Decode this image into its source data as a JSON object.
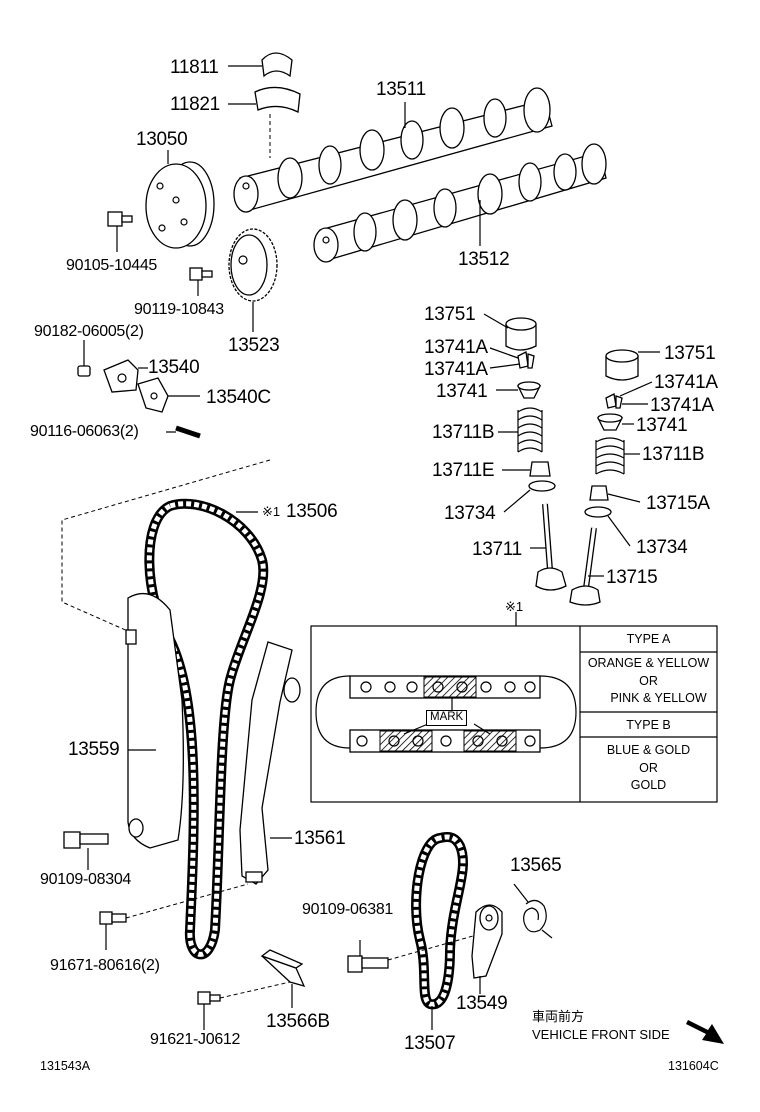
{
  "parts": {
    "p11811": "11811",
    "p11821": "11821",
    "p13511": "13511",
    "p13050": "13050",
    "p13512": "13512",
    "p90105_10445": "90105-10445",
    "p90119_10843": "90119-10843",
    "p13523": "13523",
    "p90182_06005": "90182-06005(2)",
    "p13540": "13540",
    "p13540C": "13540C",
    "p90116_06063": "90116-06063(2)",
    "p13751_l": "13751",
    "p13741A_l1": "13741A",
    "p13741A_l2": "13741A",
    "p13741_l": "13741",
    "p13711B_l": "13711B",
    "p13711E": "13711E",
    "p13734_l": "13734",
    "p13711": "13711",
    "p13751_r": "13751",
    "p13741A_r1": "13741A",
    "p13741A_r2": "13741A",
    "p13741_r": "13741",
    "p13711B_r": "13711B",
    "p13715A": "13715A",
    "p13734_r": "13734",
    "p13715": "13715",
    "p13506": "13506",
    "p13506_mark": "※1",
    "p13559": "13559",
    "p90109_08304": "90109-08304",
    "p13561": "13561",
    "p91671_80616": "91671-80616(2)",
    "p13565": "13565",
    "p90109_06381": "90109-06381",
    "p13549": "13549",
    "p91621_J0612": "91621-J0612",
    "p13566B": "13566B",
    "p13507": "13507"
  },
  "inset": {
    "ref_mark": "※1",
    "mark_label": "MARK",
    "type_a": "TYPE A",
    "type_a_colors_1": "ORANGE & YELLOW",
    "type_a_or": "OR",
    "type_a_colors_2": "PINK & YELLOW",
    "type_b": "TYPE B",
    "type_b_colors_1": "BLUE & GOLD",
    "type_b_or": "OR",
    "type_b_colors_2": "GOLD"
  },
  "footer": {
    "front_jp": "車両前方",
    "front_en": "VEHICLE FRONT SIDE",
    "ref_left": "131543A",
    "ref_right": "131604C"
  }
}
